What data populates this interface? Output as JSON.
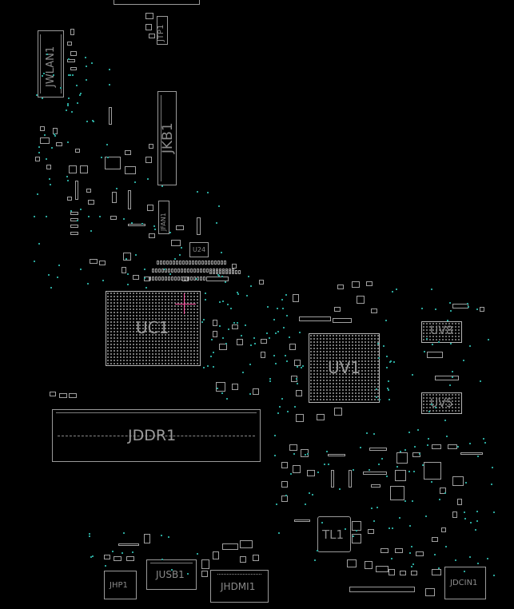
{
  "canvas": {
    "background": "#000000",
    "outline_color": "#a0a0a0",
    "label_color": "#8a8a8a",
    "via_color": "#2aa59a",
    "marker_color": "#ff4fa0"
  },
  "designators": {
    "jtp1": "JTP1",
    "jwlan1": "JWLAN1",
    "jkb1": "JKB1",
    "jfan1": "JFAN1",
    "u24": "U24",
    "uc1": "UC1",
    "uv1": "UV1",
    "uv8": "UV8",
    "uv5": "UV5",
    "jddr1": "JDDR1",
    "tl1": "TL1",
    "jhp1": "JHP1",
    "jusb1": "JUSB1",
    "jhdmi1": "JHDMI1",
    "jdcin1": "JDCIN1"
  }
}
